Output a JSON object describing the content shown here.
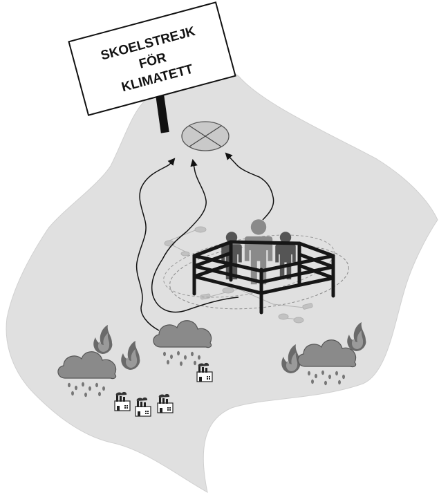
{
  "sign": {
    "line1": "SKOELSTREJK",
    "line2": "FÖR",
    "line3": "KLIMATETT"
  },
  "colors": {
    "surface": "#e0e0e0",
    "surface_edge": "#cfcfcf",
    "sign_border": "#111111",
    "people_dark": "#555555",
    "people_center": "#8a8a8a",
    "fence": "#161616",
    "cloud": "#8c8c8c",
    "flame": "#666666"
  },
  "icons": [
    "sign-icon",
    "target-icon",
    "arrow-icon",
    "person-icon",
    "fence-icon",
    "fire-icon",
    "rain-cloud-icon",
    "factory-icon"
  ]
}
